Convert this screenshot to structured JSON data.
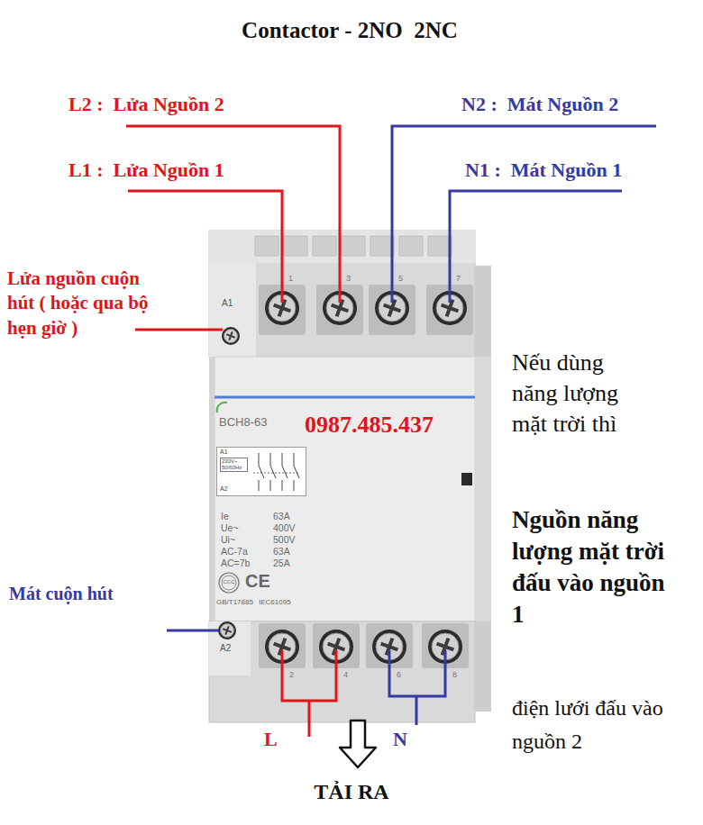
{
  "diagram": {
    "title": "Contactor - 2NO  2NC",
    "nodes": [
      {
        "text": [
          "BCH8-63"
        ]
      },
      {
        "text": [
          "A1",
          "230V~ 50/60Hz",
          "A2"
        ],
        "in": 0
      }
    ],
    "labels": [
      "L2 :  Lửa Nguồn 2",
      "L1 :  Lửa Nguồn 1",
      "N2 :  Mát Nguồn 2",
      "N1 :  Mát Nguồn 1",
      "Lửa nguồn cuộn hút ( hoặc qua bộ hẹn giờ )",
      "A1",
      "1",
      "3",
      "5",
      "7",
      "0987.485.437",
      "Ie",
      "63A",
      "Ue~",
      "400V",
      "Ui~",
      "500V",
      "AC-7a",
      "63A",
      "AC=7b",
      "25A",
      "CCC",
      "CE",
      "GB/T17885",
      "IEC61095",
      "Mát cuộn hút",
      "A2",
      "2",
      "4",
      "6",
      "8",
      "L",
      "N",
      "TẢI RA",
      "Nếu dùng năng lượng mặt trời thì",
      "Nguồn năng lượng mặt trời đấu vào nguồn 1",
      "điện lưới đấu vào nguồn 2"
    ]
  }
}
